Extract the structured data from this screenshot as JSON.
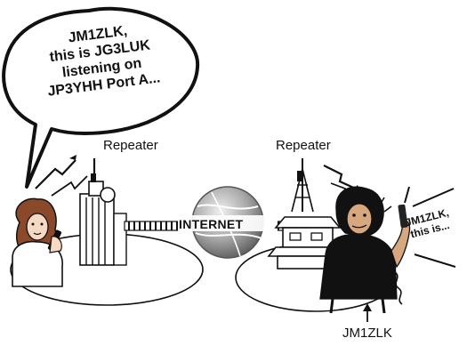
{
  "speech_bubble": {
    "lines": [
      "JM1ZLK,",
      "this is JG3LUK",
      "listening on",
      "JP3YHH Port A..."
    ]
  },
  "labels": {
    "repeater_left": "Repeater",
    "repeater_right": "Repeater",
    "internet": "INTERNET",
    "callsign_bottom": "JM1ZLK"
  },
  "reply": {
    "lines": [
      "JM1ZLK,",
      "this is..."
    ]
  },
  "colors": {
    "ink": "#111111",
    "globe": "#8a8a8a"
  }
}
